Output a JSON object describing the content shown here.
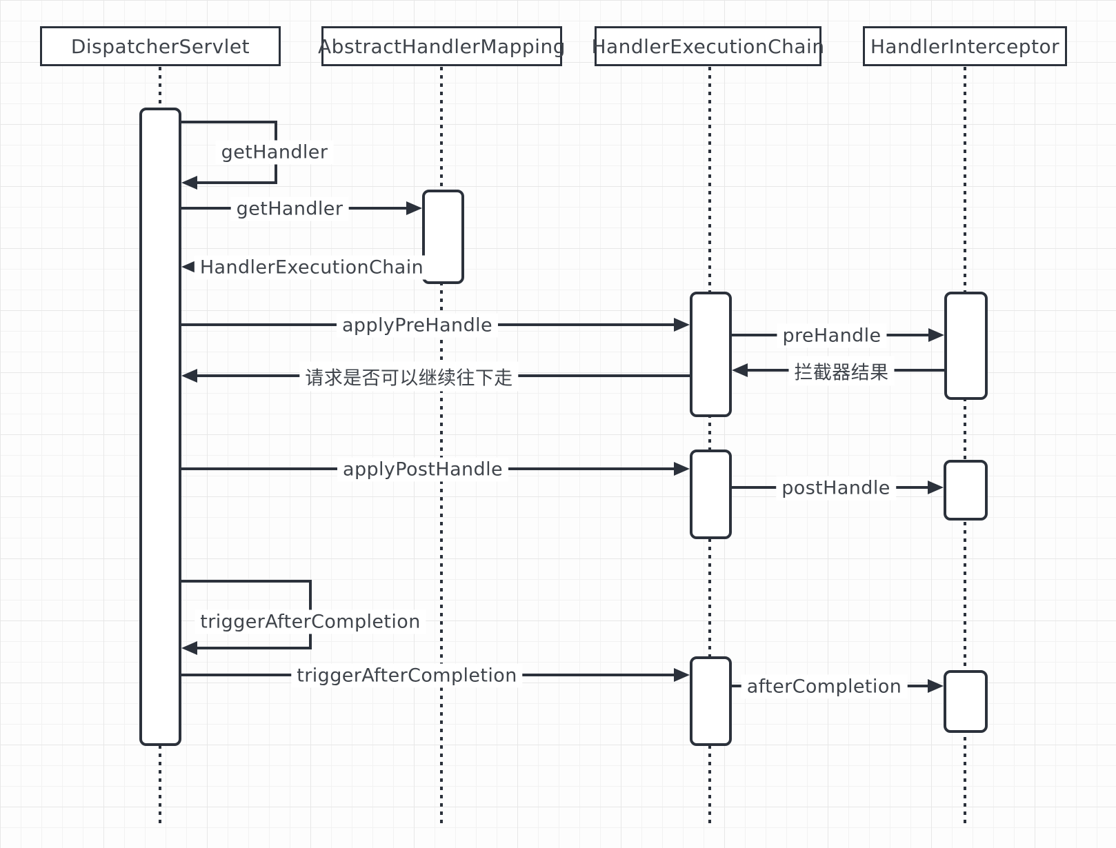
{
  "participants": [
    {
      "id": "dispatcher-servlet",
      "label": "DispatcherServlet"
    },
    {
      "id": "abstract-handler-mapping",
      "label": "AbstractHandlerMapping"
    },
    {
      "id": "handler-execution-chain",
      "label": "HandlerExecutionChain"
    },
    {
      "id": "handler-interceptor",
      "label": "HandlerInterceptor"
    }
  ],
  "messages": [
    {
      "label": "getHandler",
      "from": "DispatcherServlet",
      "to": "DispatcherServlet",
      "kind": "self-call"
    },
    {
      "label": "getHandler",
      "from": "DispatcherServlet",
      "to": "AbstractHandlerMapping",
      "kind": "call"
    },
    {
      "label": "HandlerExecutionChain",
      "from": "AbstractHandlerMapping",
      "to": "DispatcherServlet",
      "kind": "return"
    },
    {
      "label": "applyPreHandle",
      "from": "DispatcherServlet",
      "to": "HandlerExecutionChain",
      "kind": "call"
    },
    {
      "label": "preHandle",
      "from": "HandlerExecutionChain",
      "to": "HandlerInterceptor",
      "kind": "call"
    },
    {
      "label": "拦截器结果",
      "from": "HandlerInterceptor",
      "to": "HandlerExecutionChain",
      "kind": "return"
    },
    {
      "label": "请求是否可以继续往下走",
      "from": "HandlerExecutionChain",
      "to": "DispatcherServlet",
      "kind": "return"
    },
    {
      "label": "applyPostHandle",
      "from": "DispatcherServlet",
      "to": "HandlerExecutionChain",
      "kind": "call"
    },
    {
      "label": "postHandle",
      "from": "HandlerExecutionChain",
      "to": "HandlerInterceptor",
      "kind": "call"
    },
    {
      "label": "triggerAfterCompletion",
      "from": "DispatcherServlet",
      "to": "DispatcherServlet",
      "kind": "self-call"
    },
    {
      "label": "triggerAfterCompletion",
      "from": "DispatcherServlet",
      "to": "HandlerExecutionChain",
      "kind": "call"
    },
    {
      "label": "afterCompletion",
      "from": "HandlerExecutionChain",
      "to": "HandlerInterceptor",
      "kind": "call"
    }
  ],
  "colors": {
    "stroke": "#2b313b",
    "text": "#3f444b",
    "background": "#fdfdfd",
    "grid_minor": "#f2f2f2",
    "grid_major": "#e7e7e7"
  }
}
